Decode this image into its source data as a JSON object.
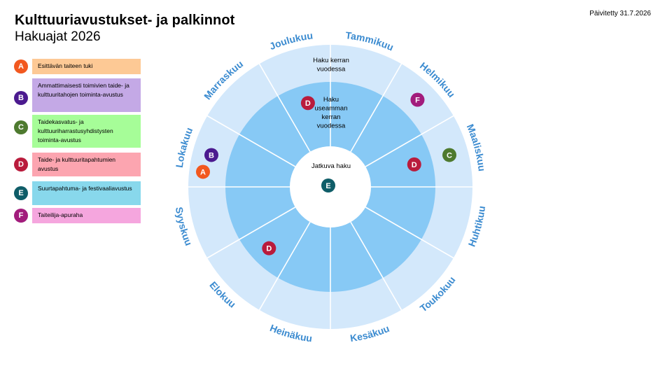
{
  "header": {
    "title": "Kulttuuriavustukset- ja palkinnot",
    "subtitle": "Hakuajat 2026",
    "updated": "Päivitetty 31.7.2026"
  },
  "legend": [
    {
      "letter": "A",
      "label": "Esittävän taiteen tuki",
      "badge_color": "#f2581f",
      "box_color": "#fdc995"
    },
    {
      "letter": "B",
      "label": "Ammattimaisesti toimivien taide- ja kulttuuritahojen toiminta-avustus",
      "badge_color": "#4b1a8f",
      "box_color": "#c4a9e6"
    },
    {
      "letter": "C",
      "label": "Taidekasvatus- ja kulttuuriharrastusyhdistysten toiminta-avustus",
      "badge_color": "#4e7a2f",
      "box_color": "#a6fd98"
    },
    {
      "letter": "D",
      "label": "Taide- ja kulttuuritapahtumien avustus",
      "badge_color": "#b91b3c",
      "box_color": "#fca5b0"
    },
    {
      "letter": "E",
      "label": "Suurtapahtuma- ja festivaaliavustus",
      "badge_color": "#0f5d68",
      "box_color": "#88d8ec"
    },
    {
      "letter": "F",
      "label": "Taiteilija-apuraha",
      "badge_color": "#a21c7c",
      "box_color": "#f5a6de"
    }
  ],
  "wheel": {
    "months": [
      "Tammikuu",
      "Helmikuu",
      "Maaliskuu",
      "Huhtikuu",
      "Toukokuu",
      "Kesäkuu",
      "Heinäkuu",
      "Elokuu",
      "Syyskuu",
      "Lokakuu",
      "Marraskuu",
      "Joulukuu"
    ],
    "rings": {
      "outer_label": "Haku kerran vuodessa",
      "middle_label": "Haku useamman kerran vuodessa",
      "inner_label": "Jatkuva haku"
    },
    "colors": {
      "outer_ring": "#d3e8fb",
      "middle_ring": "#87c9f5",
      "center": "#ffffff",
      "divider": "#ffffff",
      "month_text": "#3b8bd0"
    },
    "markers": [
      {
        "letter": "D",
        "ring": "middle",
        "month": "Joulukuu"
      },
      {
        "letter": "F",
        "ring": "outer",
        "month": "Helmikuu"
      },
      {
        "letter": "C",
        "ring": "outer",
        "month": "Maaliskuu"
      },
      {
        "letter": "D",
        "ring": "middle",
        "month": "Maaliskuu"
      },
      {
        "letter": "B",
        "ring": "outer",
        "month": "Lokakuu"
      },
      {
        "letter": "A",
        "ring": "outer",
        "month": "Lokakuu"
      },
      {
        "letter": "D",
        "ring": "middle",
        "month": "Elokuu"
      },
      {
        "letter": "E",
        "ring": "center",
        "month": ""
      }
    ]
  }
}
